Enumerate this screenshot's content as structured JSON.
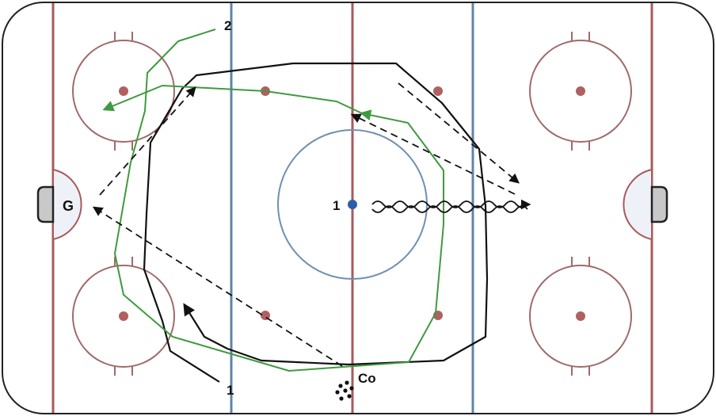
{
  "labels": {
    "goalie": "G",
    "player_one_center": "1",
    "player_one_bottom": "1",
    "player_two": "2",
    "coach": "Co"
  },
  "colors": {
    "boards": "#222222",
    "red_line": "#a85a5a",
    "blue_line": "#5f84a8",
    "faceoff_circle": "#a06a6a",
    "faceoff_dot": "#b06060",
    "center_circle": "#6f8fb0",
    "center_dot": "#2a5fa8",
    "crease_fill": "#eef2f8",
    "net_fill": "#c8c8c8",
    "route_black": "#111111",
    "route_green": "#3f9a3f",
    "pass_dashed": "#111111",
    "skate_wavy": "#111111"
  },
  "icons": [
    "puck-pile-icon"
  ]
}
